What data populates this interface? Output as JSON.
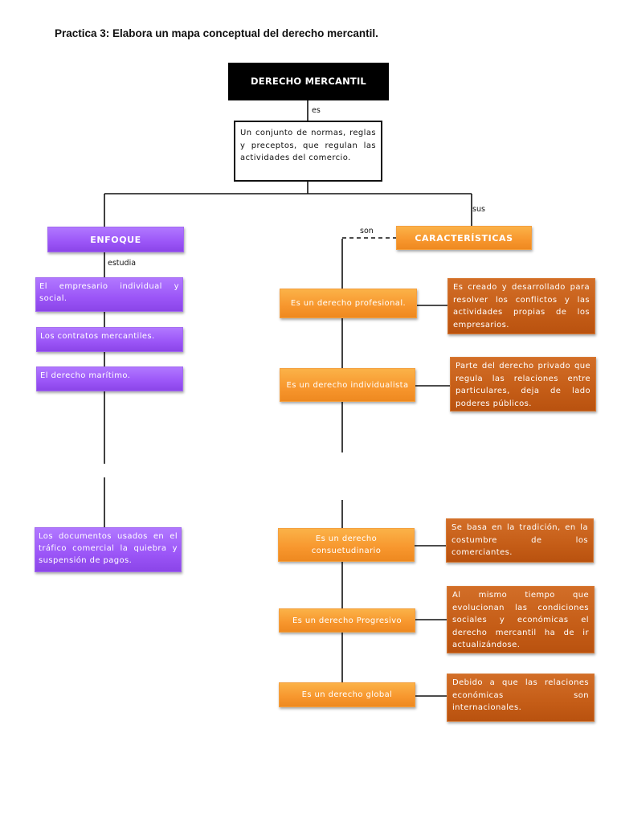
{
  "page": {
    "title": "Practica 3: Elabora un mapa conceptual del derecho mercantil."
  },
  "colors": {
    "root": "#000000",
    "enfoque": "#9b55f7",
    "caracteristicas": "#f7962d",
    "explanation": "#c55d17",
    "connector": "#111111"
  },
  "diagram": {
    "root": "DERECHO MERCANTIL",
    "link_es": "es",
    "definition": "Un conjunto de normas, reglas y preceptos, que regulan las actividades del comercio.",
    "link_sus": "sus",
    "link_son": "son",
    "link_estudia": "estudia",
    "enfoque": {
      "label": "ENFOQUE",
      "items": [
        "El empresario individual y social.",
        "Los contratos mercantiles.",
        "El derecho marítimo.",
        "Los documentos usados en el tráfico comercial la quiebra y suspensión de pagos."
      ]
    },
    "caracteristicas": {
      "label": "CARACTERÍSTICAS",
      "items": [
        {
          "label": "Es un derecho profesional.",
          "explanation": "Es creado y desarrollado para resolver los conflictos y las actividades propias de los empresarios."
        },
        {
          "label": "Es un derecho individualista",
          "explanation": "Parte del derecho privado que regula las relaciones entre particulares, deja de lado poderes públicos."
        },
        {
          "label": "Es un derecho consuetudinario",
          "explanation": "Se basa en la tradición, en la costumbre de los comerciantes."
        },
        {
          "label": "Es un derecho Progresivo",
          "explanation": "Al mismo tiempo que evolucionan las condiciones sociales y económicas el derecho mercantil ha de ir actualizándose."
        },
        {
          "label": "Es un derecho global",
          "explanation": "Debido a que las relaciones económicas son internacionales."
        }
      ]
    }
  }
}
